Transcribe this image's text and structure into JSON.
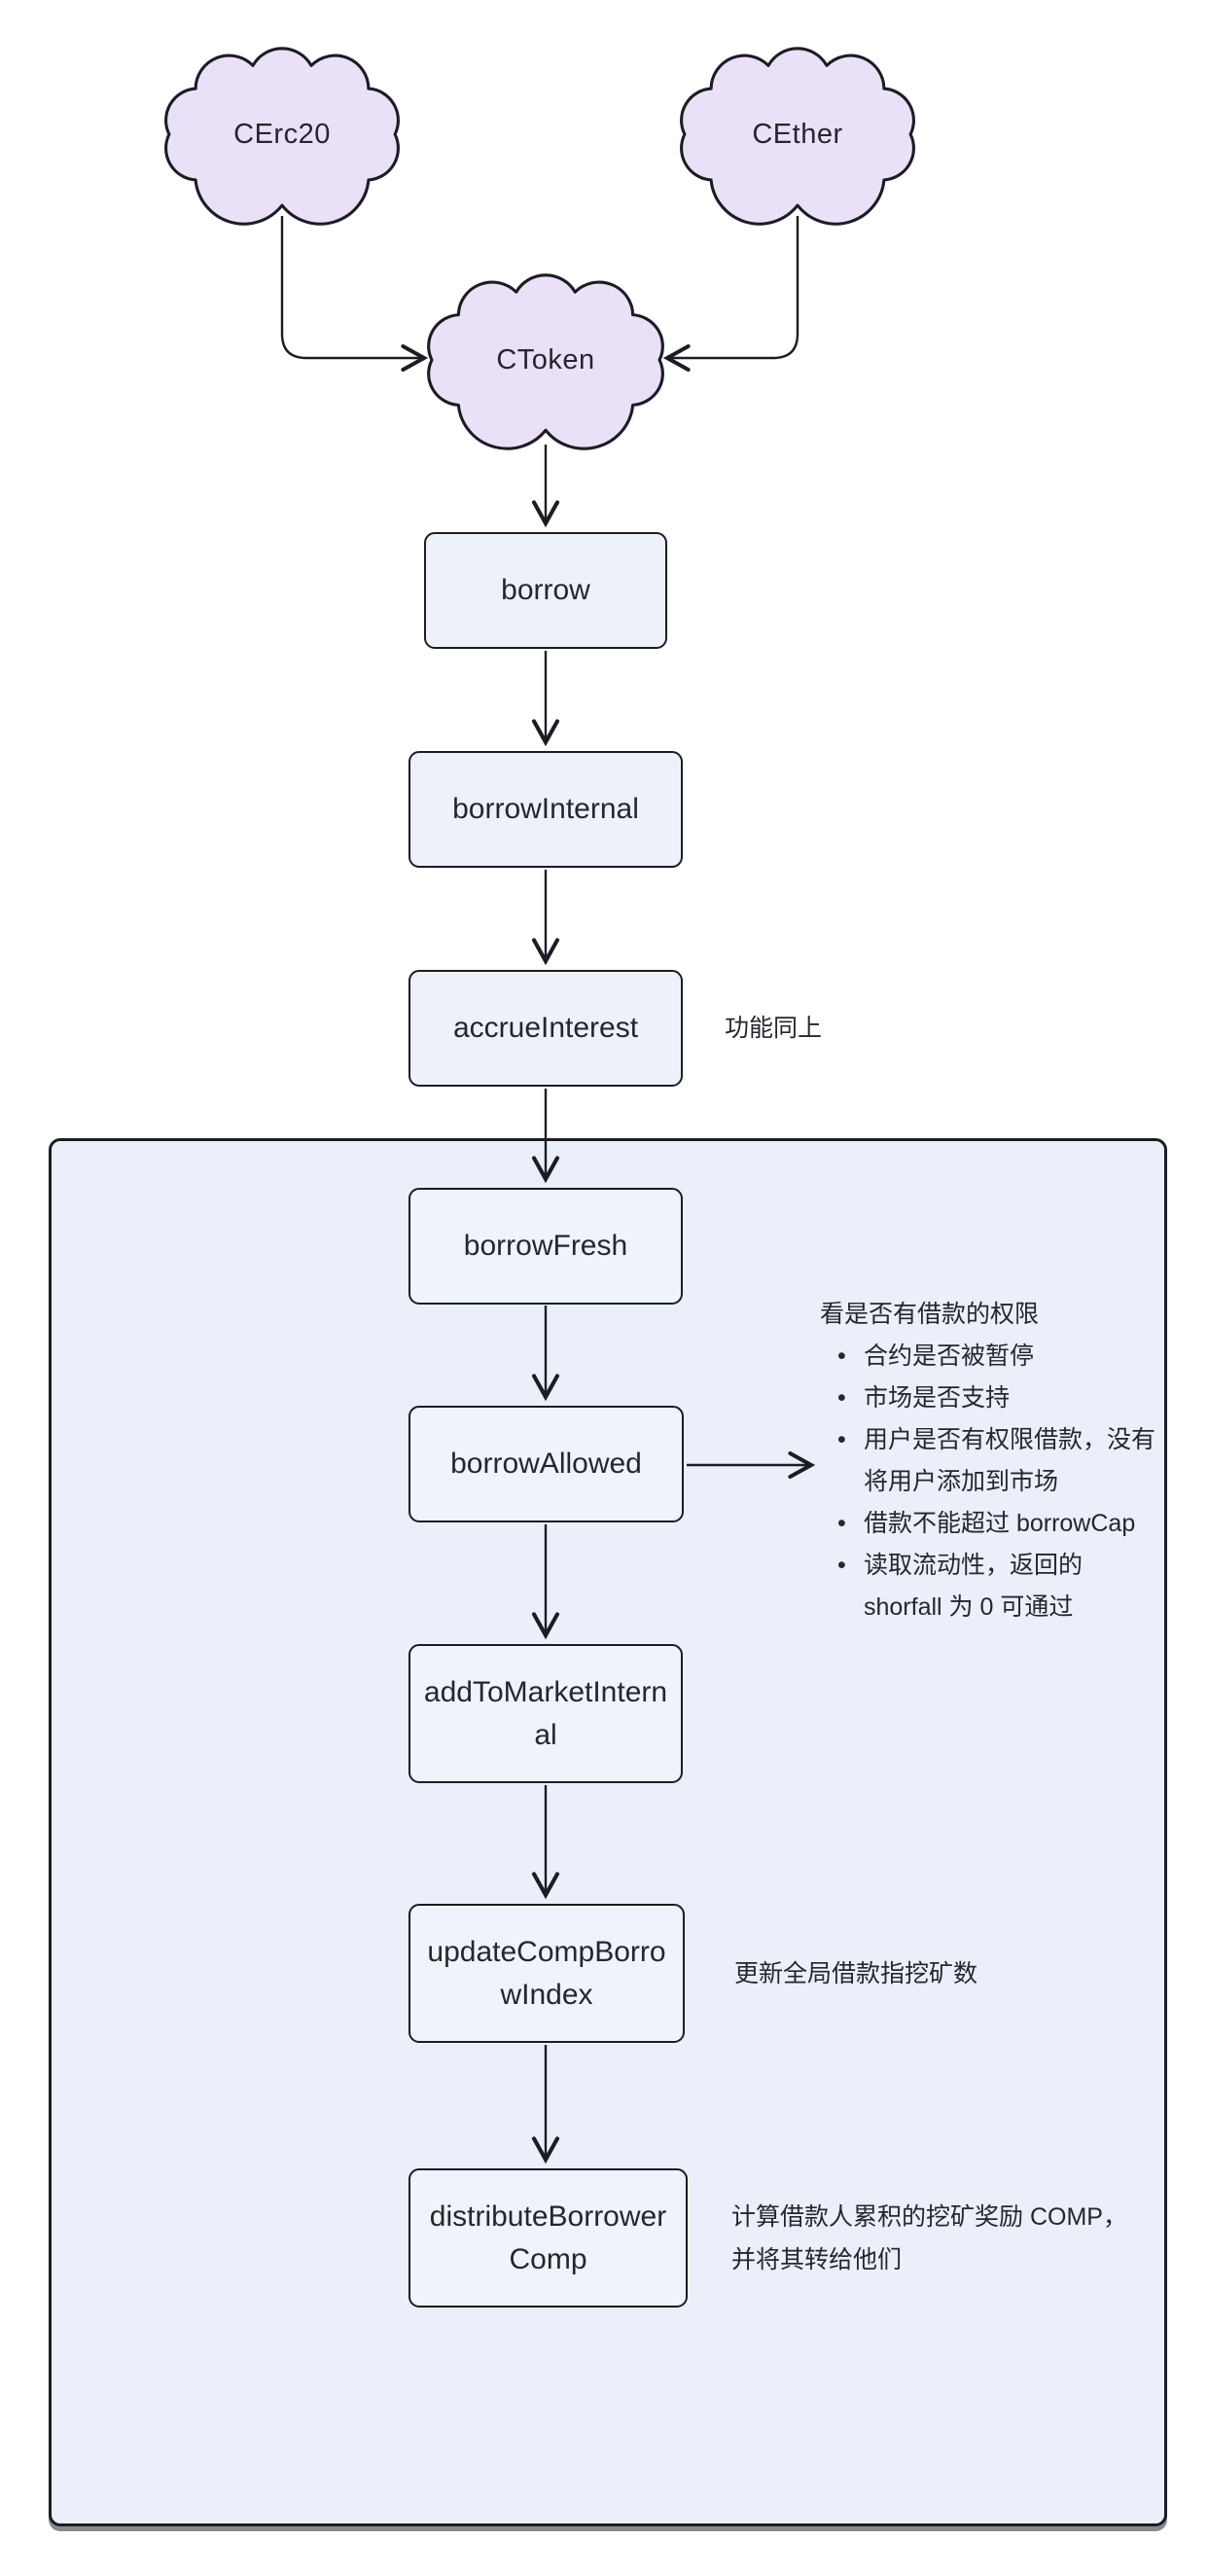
{
  "diagram": {
    "clouds": {
      "cerc20": {
        "label": "CErc20"
      },
      "cether": {
        "label": "CEther"
      },
      "ctoken": {
        "label": "CToken"
      }
    },
    "nodes": {
      "borrow": {
        "label": "borrow"
      },
      "borrow_internal": {
        "label": "borrowInternal"
      },
      "accrue_interest": {
        "label": "accrueInterest",
        "note": "功能同上"
      },
      "borrow_fresh": {
        "label": "borrowFresh"
      },
      "borrow_allowed": {
        "label": "borrowAllowed"
      },
      "add_to_market_internal": {
        "label": "addToMarketInternal"
      },
      "update_comp_borrow_index": {
        "label": "updateCompBorrowIndex",
        "note": "更新全局借款指挖矿数"
      },
      "distribute_borrower_comp": {
        "label": "distributeBorrowerComp",
        "note": "计算借款人累积的挖矿奖励 COMP，并将其转给他们"
      }
    },
    "borrow_allowed_note": {
      "title": "看是否有借款的权限",
      "bullets": [
        "合约是否被暂停",
        "市场是否支持",
        "用户是否有权限借款，没有将用户添加到市场",
        "借款不能超过 borrowCap",
        "读取流动性，返回的 shorfall 为 0 可通过"
      ]
    },
    "colors": {
      "cloud_fill": "#eae1f9",
      "node_fill": "#eff3fb",
      "outer_node_fill": "#edf2fa",
      "container_fill": "#eaeff9",
      "stroke": "#1c1c24",
      "text": "#26262e",
      "background": "#ffffff"
    }
  }
}
